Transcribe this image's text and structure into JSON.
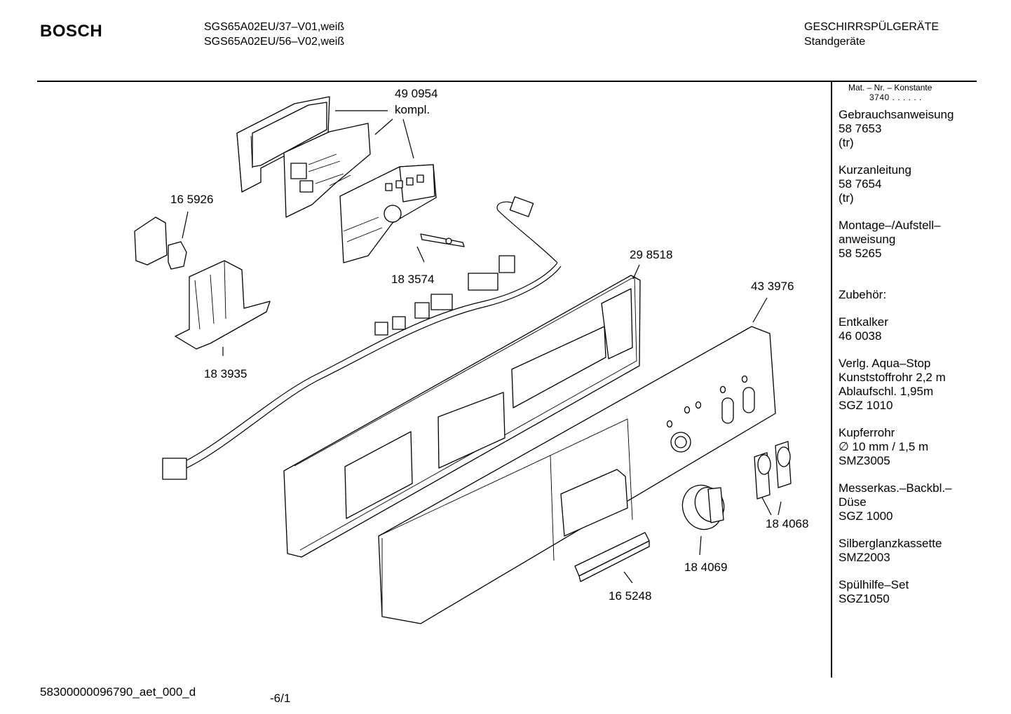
{
  "header": {
    "brand": "BOSCH",
    "models": [
      "SGS65A02EU/37–V01,weiß",
      "SGS65A02EU/56–V02,weiß"
    ],
    "category": "GESCHIRRSPÜLGERÄTE",
    "subcategory": "Standgeräte"
  },
  "sidebar": {
    "header_line1": "Mat. – Nr. – Konstante",
    "header_line2": "3740 . . . . . .",
    "blocks": [
      [
        "Gebrauchsanweisung",
        "58 7653",
        "(tr)"
      ],
      [
        "Kurzanleitung",
        "58 7654",
        "(tr)"
      ],
      [
        "Montage–/Aufstell–",
        "anweisung",
        "58 5265"
      ],
      [
        "Zubehör:"
      ],
      [
        "Entkalker",
        "46 0038"
      ],
      [
        "Verlg. Aqua–Stop",
        "Kunststoffrohr 2,2 m",
        "Ablaufschl. 1,95m",
        "SGZ 1010"
      ],
      [
        "Kupferrohr",
        "∅ 10 mm / 1,5 m",
        "SMZ3005"
      ],
      [
        "Messerkas.–Backbl.–",
        "Düse",
        "SGZ 1000"
      ],
      [
        "Silberglanzkassette",
        "SMZ2003"
      ],
      [
        "Spülhilfe–Set",
        "SGZ1050"
      ]
    ]
  },
  "parts": {
    "p490954": "49 0954",
    "p490954_note": "kompl.",
    "p165926": "16 5926",
    "p183574": "18 3574",
    "p183935": "18 3935",
    "p298518": "29 8518",
    "p433976": "43 3976",
    "p184068": "18 4068",
    "p184069": "18 4069",
    "p165248": "16 5248"
  },
  "footer": {
    "doc_id": "58300000096790_aet_000_d",
    "page": "-6/1"
  }
}
